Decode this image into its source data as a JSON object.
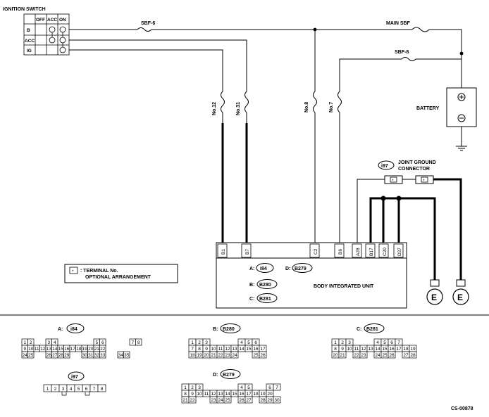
{
  "ignition_switch": {
    "title": "IGNITION SWITCH",
    "columns": [
      "OFF",
      "ACC",
      "ON"
    ],
    "rows": [
      "B",
      "ACC",
      "IG"
    ]
  },
  "fuses": {
    "sbf6": "SBF-6",
    "main_sbf": "MAIN SBF",
    "sbf8": "SBF-8",
    "no12": "No.12",
    "no31": "No.31",
    "no8": "No.8",
    "no7": "No.7"
  },
  "battery": {
    "label": "BATTERY",
    "plus": "+",
    "minus": "−"
  },
  "joint_ground": {
    "connector_id": "i97",
    "label_line1": "JOINT GROUND",
    "label_line2": "CONNECTOR",
    "star": "*"
  },
  "ground_symbol": "E",
  "body_unit": {
    "label": "BODY INTEGRATED UNIT",
    "terminals": [
      "B1",
      "B7",
      "C2",
      "B6",
      "A28",
      "B17",
      "C20",
      "D27"
    ],
    "connectors": [
      {
        "letter": "A:",
        "id": "i84"
      },
      {
        "letter": "D:",
        "id": "B279"
      },
      {
        "letter": "B:",
        "id": "B280"
      },
      {
        "letter": "C:",
        "id": "B281"
      }
    ]
  },
  "legend": {
    "star": "*",
    "line1": ": TERMINAL No.",
    "line2": "OPTIONAL ARRANGEMENT"
  },
  "pinouts": {
    "a": {
      "letter": "A:",
      "id": "i84",
      "rows": [
        [
          "1",
          "2",
          "",
          "",
          "3",
          "4",
          "",
          "",
          "",
          "",
          "",
          "",
          "5",
          "6",
          "",
          "",
          "",
          "",
          "7",
          "8"
        ],
        [
          "9",
          "10",
          "11",
          "12",
          "13",
          "14",
          "15",
          "16",
          "17",
          "18",
          "19",
          "20",
          "21",
          "22"
        ],
        [
          "24",
          "25",
          "",
          "",
          "26",
          "27",
          "28",
          "29",
          "",
          "",
          "30",
          "31",
          "32",
          "33",
          "",
          "",
          "34",
          "35"
        ]
      ]
    },
    "b": {
      "letter": "B:",
      "id": "B280",
      "rows": [
        [
          "1",
          "2",
          "3",
          "",
          "",
          "",
          "",
          "4",
          "5",
          "6"
        ],
        [
          "7",
          "8",
          "9",
          "10",
          "11",
          "12",
          "13",
          "14",
          "15",
          "16",
          "17"
        ],
        [
          "18",
          "19",
          "20",
          "21",
          "22",
          "23",
          "24",
          "",
          "",
          "25",
          "26"
        ]
      ]
    },
    "c": {
      "letter": "C:",
      "id": "B281",
      "rows": [
        [
          "1",
          "2",
          "3",
          "",
          "",
          "",
          "4",
          "5",
          "6",
          "7"
        ],
        [
          "8",
          "9",
          "10",
          "11",
          "12",
          "13",
          "14",
          "15",
          "16",
          "17",
          "18",
          "19"
        ],
        [
          "20",
          "21",
          "",
          "22",
          "23",
          "",
          "24",
          "25",
          "26",
          "",
          "27",
          "28"
        ]
      ]
    },
    "i97": {
      "id": "i97",
      "pins": [
        "1",
        "2",
        "3",
        "4",
        "5",
        "6",
        "7",
        "8"
      ]
    },
    "d": {
      "letter": "D:",
      "id": "B279",
      "rows": [
        [
          "1",
          "2",
          "3",
          "",
          "",
          "",
          "",
          "",
          "4",
          "5",
          "",
          "",
          "6",
          "7"
        ],
        [
          "8",
          "9",
          "10",
          "11",
          "12",
          "13",
          "14",
          "15",
          "16",
          "17",
          "18",
          "19",
          "20"
        ],
        [
          "21",
          "22",
          "",
          "",
          "23",
          "24",
          "25",
          "",
          "26",
          "27",
          "",
          "28",
          "29",
          "30"
        ]
      ]
    }
  },
  "figure_code": "CS-00878"
}
